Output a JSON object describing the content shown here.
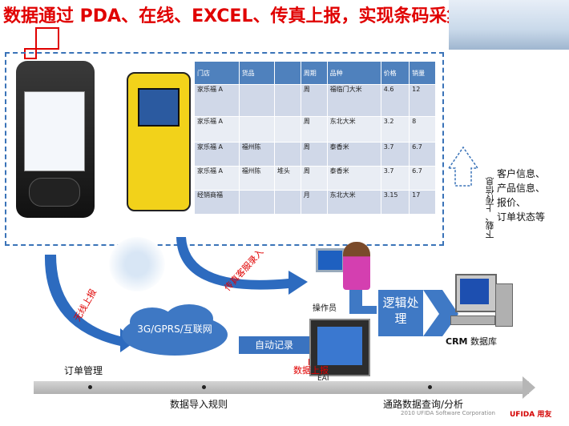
{
  "title": "数据通过 PDA、在线、EXCEL、传真上报，实现条码采集",
  "table": {
    "headers": [
      "门店",
      "货品",
      "",
      "周期",
      "品种",
      "价格",
      "销量"
    ],
    "rows": [
      [
        "家乐福 A",
        "",
        "",
        "周",
        "福临门大米",
        "4.6",
        "12"
      ],
      [
        "家乐福 A",
        "",
        "",
        "周",
        "东北大米",
        "3.2",
        "8"
      ],
      [
        "家乐福 A",
        "福州陈",
        "",
        "周",
        "泰香米",
        "3.7",
        "6.7"
      ],
      [
        "家乐福 A",
        "福州陈",
        "堆头",
        "周",
        "泰香米",
        "3.7",
        "6.7"
      ],
      [
        "经销商福",
        "",
        "",
        "月",
        "东北大米",
        "3.15",
        "17"
      ]
    ]
  },
  "labels": {
    "wireless": "无线上报",
    "fax": "传真客服录入",
    "network": "3G/GPRS/互联网",
    "auto": "自动记录",
    "logic": "逻辑处理",
    "data_upload": "数据上报",
    "eai": "EAI",
    "operator": "操作员",
    "crm": "CRM",
    "crm_suffix": "数据库",
    "upload_vertical": "下载、上传信息",
    "customer_info": [
      "客户信息、",
      "产品信息、",
      "报价、",
      "订单状态等"
    ],
    "order_mgmt": "订单管理",
    "import_rules": "数据导入规则",
    "channel_query": "通路数据查询/分析",
    "copyright": "2010 UFIDA Software Corporation",
    "brand": "UFIDA 用友"
  },
  "colors": {
    "title": "#e00000",
    "accent_blue": "#3a73c0",
    "table_header": "#4f81bd",
    "row_odd": "#d0d8e8",
    "row_even": "#e9edf4"
  }
}
